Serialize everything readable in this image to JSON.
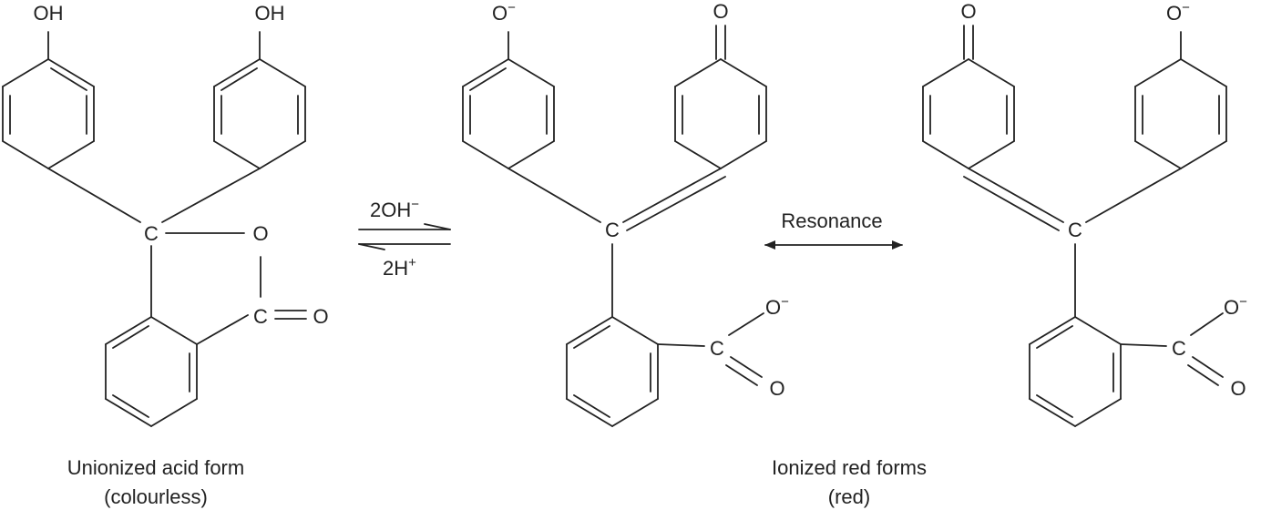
{
  "reaction": {
    "forward_reagent": "2OH",
    "forward_reagent_charge": "−",
    "reverse_reagent": "2H",
    "reverse_reagent_charge": "+",
    "resonance_label": "Resonance"
  },
  "structures": {
    "acid": {
      "hydroxyl_left": "OH",
      "hydroxyl_right": "OH",
      "central_carbon": "C",
      "ring_oxygen": "O",
      "carbonyl_carbon": "C",
      "carbonyl_oxygen": "O",
      "caption_line1": "Unionized acid form",
      "caption_line2": "(colourless)"
    },
    "ionized_1": {
      "phenoxide_oxygen": "O",
      "phenoxide_charge": "−",
      "quinone_oxygen": "O",
      "central_carbon": "C",
      "carboxyl_carbon": "C",
      "carboxyl_oxygen_single": "O",
      "carboxyl_charge": "−",
      "carboxyl_oxygen_double": "O"
    },
    "ionized_2": {
      "quinone_oxygen": "O",
      "phenoxide_oxygen": "O",
      "phenoxide_charge": "−",
      "central_carbon": "C",
      "carboxyl_carbon": "C",
      "carboxyl_oxygen_single": "O",
      "carboxyl_charge": "−",
      "carboxyl_oxygen_double": "O"
    },
    "ionized_caption_line1": "Ionized red forms",
    "ionized_caption_line2": "(red)"
  }
}
